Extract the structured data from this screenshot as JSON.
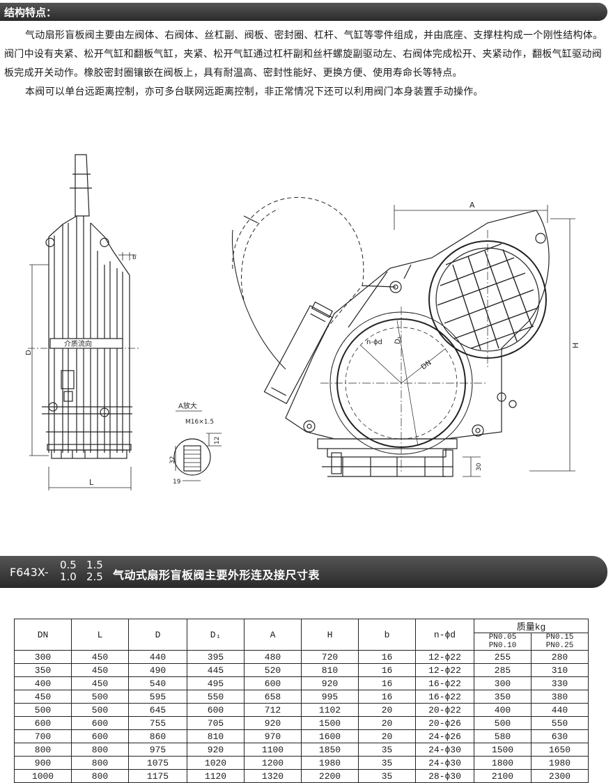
{
  "section1": {
    "title": "结构特点：",
    "paragraph1": "气动扇形盲板阀主要由左阀体、右阀体、丝杠副、阀板、密封圈、杠杆、气缸等零件组成，并由底座、支撑柱构成一个刚性结构体。阀门中设有夹紧、松开气缸和翻板气缸，夹紧、松开气缸通过杠杆副和丝杆螺旋副驱动左、右阀体完成松开、夹紧动作，翻板气缸驱动阀板完成开关动作。橡胶密封圈镶嵌在阀板上，具有耐温高、密封性能好、更换方便、使用寿命长等特点。",
    "paragraph2": "本阀可以单台远距离控制，亦可多台联网远距离控制，非正常情况下还可以利用阀门本身装置手动操作。"
  },
  "drawing": {
    "flow_label": "介质流向",
    "detail_label": "A放大",
    "thread_label": "M16×1.5",
    "dim_12": "12",
    "dim_32": "32",
    "dim_19": "19",
    "dim_b": "b",
    "dim_D": "D",
    "dim_L": "L",
    "dim_A": "A",
    "dim_H": "H",
    "dim_30": "30",
    "dim_nd": "n-ϕd",
    "dim_D1": "D₁",
    "dim_DN": "DN"
  },
  "section2": {
    "model": "F643X-",
    "press_1": "0.5",
    "press_2": "1.5",
    "press_3": "1.0",
    "press_4": "2.5",
    "title": "气动式扇形盲板阀主要外形连及接尺寸表"
  },
  "table": {
    "headers": [
      "DN",
      "L",
      "D",
      "D₁",
      "A",
      "H",
      "b",
      "n-ϕd"
    ],
    "mass_header": "质量kg",
    "mass_sub": [
      "PN0.05 PN0.10",
      "PN0.15 PN0.25"
    ],
    "rows": [
      [
        "300",
        "450",
        "440",
        "395",
        "480",
        "720",
        "16",
        "12-ϕ22",
        "255",
        "280"
      ],
      [
        "350",
        "450",
        "490",
        "445",
        "520",
        "810",
        "16",
        "12-ϕ22",
        "285",
        "310"
      ],
      [
        "400",
        "450",
        "540",
        "495",
        "600",
        "920",
        "16",
        "16-ϕ22",
        "300",
        "330"
      ],
      [
        "450",
        "500",
        "595",
        "550",
        "658",
        "995",
        "16",
        "16-ϕ22",
        "350",
        "380"
      ],
      [
        "500",
        "500",
        "645",
        "600",
        "712",
        "1102",
        "20",
        "20-ϕ22",
        "400",
        "440"
      ],
      [
        "600",
        "600",
        "755",
        "705",
        "920",
        "1500",
        "20",
        "20-ϕ26",
        "500",
        "550"
      ],
      [
        "700",
        "600",
        "860",
        "810",
        "970",
        "1600",
        "20",
        "24-ϕ26",
        "580",
        "630"
      ],
      [
        "800",
        "800",
        "975",
        "920",
        "1100",
        "1850",
        "35",
        "24-ϕ30",
        "1500",
        "1650"
      ],
      [
        "900",
        "800",
        "1075",
        "1020",
        "1200",
        "1980",
        "35",
        "24-ϕ30",
        "1800",
        "1980"
      ],
      [
        "1000",
        "800",
        "1175",
        "1120",
        "1320",
        "2200",
        "35",
        "28-ϕ30",
        "2100",
        "2300"
      ]
    ]
  }
}
